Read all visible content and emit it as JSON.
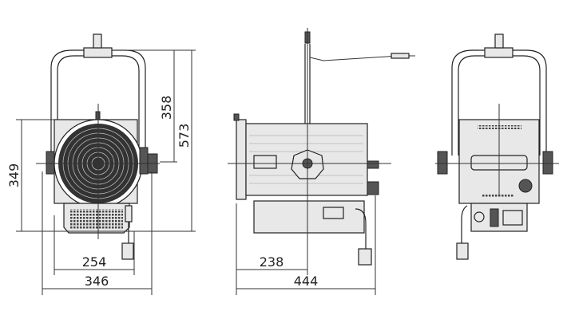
{
  "front_view": {
    "height_yoke_to_axis": "358",
    "total_height": "573",
    "head_height": "349",
    "head_width": "254",
    "total_width": "346"
  },
  "side_view": {
    "front_to_axis": "238",
    "total_depth": "444"
  },
  "colors": {
    "line": "#222222",
    "background": "#ffffff"
  }
}
